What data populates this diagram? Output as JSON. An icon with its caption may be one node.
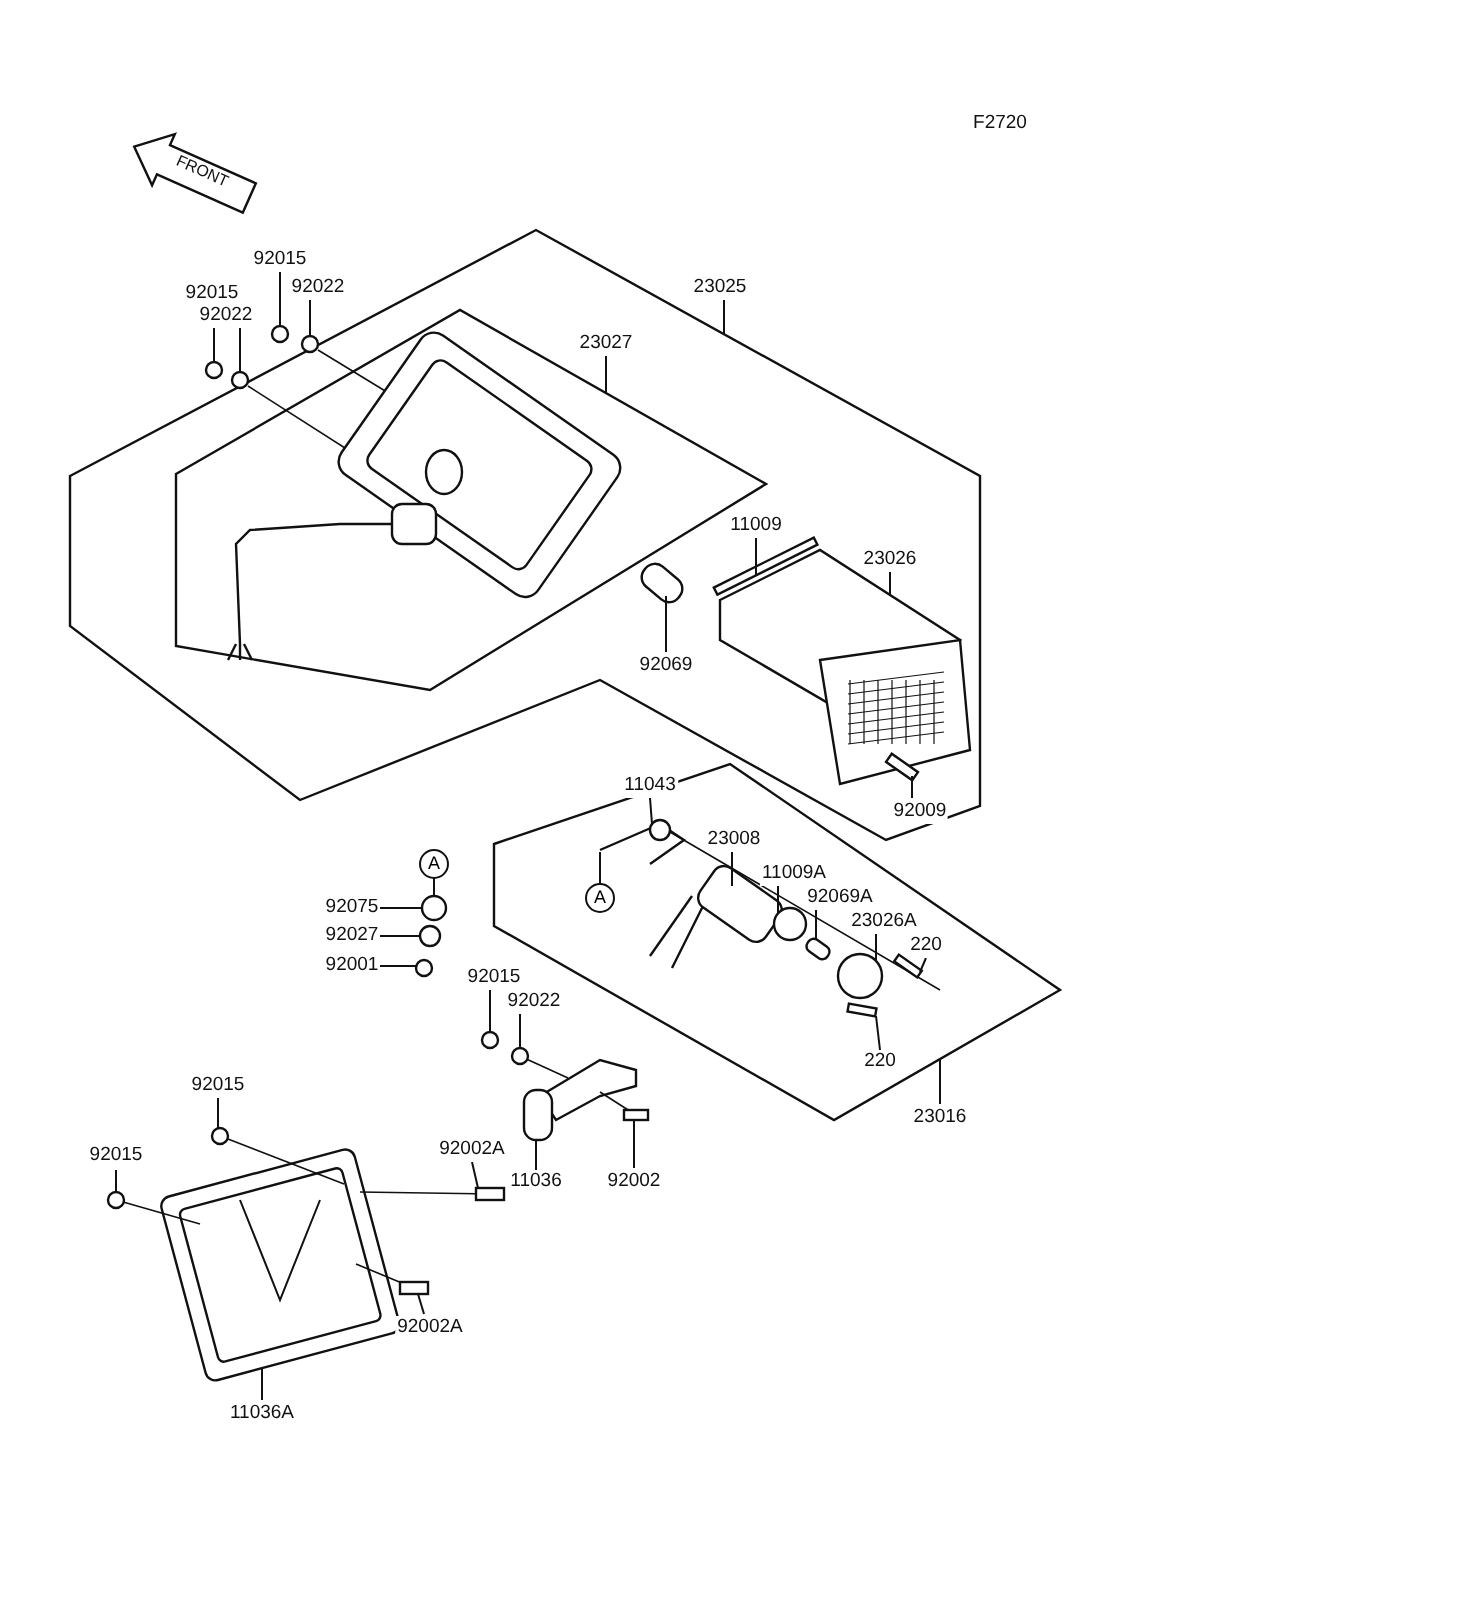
{
  "diagram": {
    "nodes": [
      {
        "text": [
          "92015"
        ]
      },
      {
        "text": [
          "92022"
        ]
      },
      {
        "text": [
          "92015"
        ]
      },
      {
        "text": [
          "92022"
        ]
      },
      {
        "text": [
          "23025"
        ]
      },
      {
        "text": [
          "23027"
        ]
      },
      {
        "text": [
          "11009"
        ]
      },
      {
        "text": [
          "23026"
        ]
      },
      {
        "text": [
          "92069"
        ]
      },
      {
        "text": [
          "92009"
        ]
      },
      {
        "text": [
          "11043"
        ]
      },
      {
        "text": [
          "23008"
        ]
      },
      {
        "text": [
          "11009A"
        ]
      },
      {
        "text": [
          "92069A"
        ]
      },
      {
        "text": [
          "23026A"
        ]
      },
      {
        "text": [
          "220"
        ]
      },
      {
        "text": [
          "220"
        ]
      },
      {
        "text": [
          "23016"
        ]
      },
      {
        "text": [
          "A"
        ]
      },
      {
        "text": [
          "A"
        ]
      },
      {
        "text": [
          "92075"
        ]
      },
      {
        "text": [
          "92027"
        ]
      },
      {
        "text": [
          "92001"
        ]
      },
      {
        "text": [
          "92015"
        ]
      },
      {
        "text": [
          "92022"
        ]
      },
      {
        "text": [
          "92002A"
        ]
      },
      {
        "text": [
          "11036"
        ]
      },
      {
        "text": [
          "92002"
        ]
      },
      {
        "text": [
          "92015"
        ]
      },
      {
        "text": [
          "92015"
        ]
      },
      {
        "text": [
          "92002A"
        ]
      },
      {
        "text": [
          "11036A"
        ]
      },
      {
        "text": [],
        "shape": "circle"
      },
      {
        "text": [],
        "shape": "circle"
      },
      {
        "text": [],
        "shape": "circle"
      },
      {
        "text": [],
        "shape": "circle"
      },
      {
        "text": [],
        "shape": "bar"
      },
      {
        "text": [],
        "shape": "picture"
      },
      {
        "text": [],
        "shape": "box"
      },
      {
        "text": [],
        "shape": "box"
      },
      {
        "text": [],
        "shape": "picture"
      },
      {
        "text": [],
        "shape": "box"
      },
      {
        "text": [],
        "shape": "circle"
      },
      {
        "text": [],
        "shape": "box"
      },
      {
        "text": [],
        "shape": "circle"
      },
      {
        "text": [],
        "shape": "box"
      },
      {
        "text": [],
        "shape": "box"
      },
      {
        "text": [],
        "shape": "circle"
      },
      {
        "text": [],
        "shape": "circle"
      },
      {
        "text": [],
        "shape": "circle"
      },
      {
        "text": [],
        "shape": "circle"
      },
      {
        "text": [],
        "shape": "circle"
      },
      {
        "text": [],
        "shape": "box"
      },
      {
        "text": [],
        "shape": "picture"
      },
      {
        "text": [],
        "shape": "box"
      },
      {
        "text": [],
        "shape": "circle"
      },
      {
        "text": [],
        "shape": "circle"
      },
      {
        "text": [],
        "shape": "box"
      },
      {
        "text": [],
        "shape": "picture"
      }
    ],
    "edges": [
      {
        "from": 0,
        "to": 32,
        "arrow": "none"
      },
      {
        "from": 1,
        "to": 33,
        "arrow": "none"
      },
      {
        "from": 2,
        "to": 34,
        "arrow": "none"
      },
      {
        "from": 3,
        "to": 35,
        "arrow": "none"
      },
      {
        "from": 4,
        "to": null,
        "arrow": "none"
      },
      {
        "from": 5,
        "to": null,
        "arrow": "none"
      },
      {
        "from": 6,
        "to": 36,
        "arrow": "none"
      },
      {
        "from": 7,
        "to": 37,
        "arrow": "none"
      },
      {
        "from": 8,
        "to": 38,
        "arrow": "none"
      },
      {
        "from": 9,
        "to": 39,
        "arrow": "none"
      },
      {
        "from": 10,
        "to": 40,
        "arrow": "none"
      },
      {
        "from": 11,
        "to": 41,
        "arrow": "none"
      },
      {
        "from": 12,
        "to": 42,
        "arrow": "none"
      },
      {
        "from": 13,
        "to": 43,
        "arrow": "none"
      },
      {
        "from": 14,
        "to": 44,
        "arrow": "none"
      },
      {
        "from": 15,
        "to": 45,
        "arrow": "none"
      },
      {
        "from": 16,
        "to": 46,
        "arrow": "none"
      },
      {
        "from": 17,
        "to": null,
        "arrow": "none"
      },
      {
        "from": 18,
        "to": 47,
        "arrow": "none"
      },
      {
        "from": 19,
        "to": 40,
        "arrow": "none"
      },
      {
        "from": 20,
        "to": 47,
        "arrow": "none"
      },
      {
        "from": 21,
        "to": 48,
        "arrow": "none"
      },
      {
        "from": 22,
        "to": 49,
        "arrow": "none"
      },
      {
        "from": 23,
        "to": 50,
        "arrow": "none"
      },
      {
        "from": 24,
        "to": 51,
        "arrow": "none"
      },
      {
        "from": 25,
        "to": 52,
        "arrow": "none"
      },
      {
        "from": 26,
        "to": 53,
        "arrow": "none"
      },
      {
        "from": 27,
        "to": 54,
        "arrow": "none"
      },
      {
        "from": 28,
        "to": 55,
        "arrow": "none"
      },
      {
        "from": 29,
        "to": 56,
        "arrow": "none"
      },
      {
        "from": 30,
        "to": 57,
        "arrow": "none"
      },
      {
        "from": 31,
        "to": 58,
        "arrow": "none"
      },
      {
        "from": 51,
        "to": 53,
        "arrow": "none"
      },
      {
        "from": 53,
        "to": 54,
        "arrow": "none"
      },
      {
        "from": 55,
        "to": 58,
        "arrow": "none"
      },
      {
        "from": 58,
        "to": 52,
        "arrow": "none"
      },
      {
        "from": 56,
        "to": 58,
        "arrow": "none"
      },
      {
        "from": 58,
        "to": 57,
        "arrow": "none"
      }
    ],
    "labels": [
      "F2720",
      "FRONT"
    ]
  }
}
